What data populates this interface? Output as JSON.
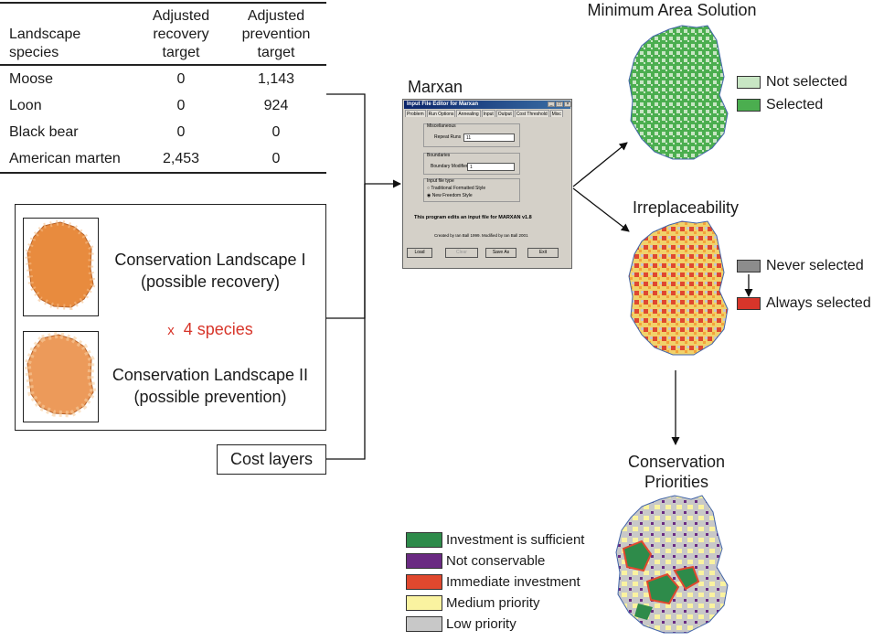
{
  "table": {
    "headers": {
      "col1_line1": "Landscape",
      "col1_line2": "species",
      "col2_line1": "Adjusted",
      "col2_line2": "recovery",
      "col2_line3": "target",
      "col3_line1": "Adjusted",
      "col3_line2": "prevention",
      "col3_line3": "target"
    },
    "rows": [
      {
        "species": "Moose",
        "recovery": "0",
        "prevention": "1,143"
      },
      {
        "species": "Loon",
        "recovery": "0",
        "prevention": "924"
      },
      {
        "species": "Black bear",
        "recovery": "0",
        "prevention": "0"
      },
      {
        "species": "American marten",
        "recovery": "2,453",
        "prevention": "0"
      }
    ]
  },
  "landscapes": {
    "item1_line1": "Conservation Landscape I",
    "item1_line2": "(possible recovery)",
    "multiplier": "x",
    "species_count": "4 species",
    "item2_line1": "Conservation Landscape II",
    "item2_line2": "(possible prevention)"
  },
  "cost_layers": "Cost layers",
  "marxan": {
    "label": "Marxan",
    "window_title": "Input File Editor for Marxan",
    "tabs": [
      "Problem",
      "Run Options",
      "Annealing",
      "Input",
      "Output",
      "Cost Threshold",
      "Misc"
    ],
    "misc_group": "Miscellaneous",
    "repeat_runs_label": "Repeat Runs",
    "repeat_runs_value": "11",
    "boundaries_group": "Boundaries",
    "boundary_modifier_label": "Boundary Modifier",
    "boundary_modifier_value": "1",
    "input_type_group": "Input file type",
    "option_traditional": "Traditional Formatted Style",
    "option_freedom": "New Freedom Style",
    "banner": "This program edits an input file for MARXAN v1.8",
    "credits": "Created by Ian Ball 1999. Modified by Ian Ball 2001",
    "buttons": [
      "Load",
      "Clear",
      "Save As",
      "Exit"
    ]
  },
  "min_area": {
    "title": "Minimum Area Solution",
    "legend": [
      {
        "label": "Not selected",
        "color": "#c8e6c4"
      },
      {
        "label": "Selected",
        "color": "#4bae4f"
      }
    ]
  },
  "irreplaceability": {
    "title": "Irreplaceability",
    "legend_top": {
      "label": "Never selected",
      "color": "#8c8c8c"
    },
    "legend_bottom": {
      "label": "Always selected",
      "color": "#d7352a"
    }
  },
  "priorities": {
    "title_line1": "Conservation",
    "title_line2": "Priorities",
    "legend": [
      {
        "label": "Investment is sufficient",
        "color": "#2e8b4a"
      },
      {
        "label": "Not conservable",
        "color": "#6a2a82"
      },
      {
        "label": "Immediate investment",
        "color": "#e0482e"
      },
      {
        "label": "Medium priority",
        "color": "#faf3a0"
      },
      {
        "label": "Low priority",
        "color": "#c8c8c8"
      }
    ]
  }
}
